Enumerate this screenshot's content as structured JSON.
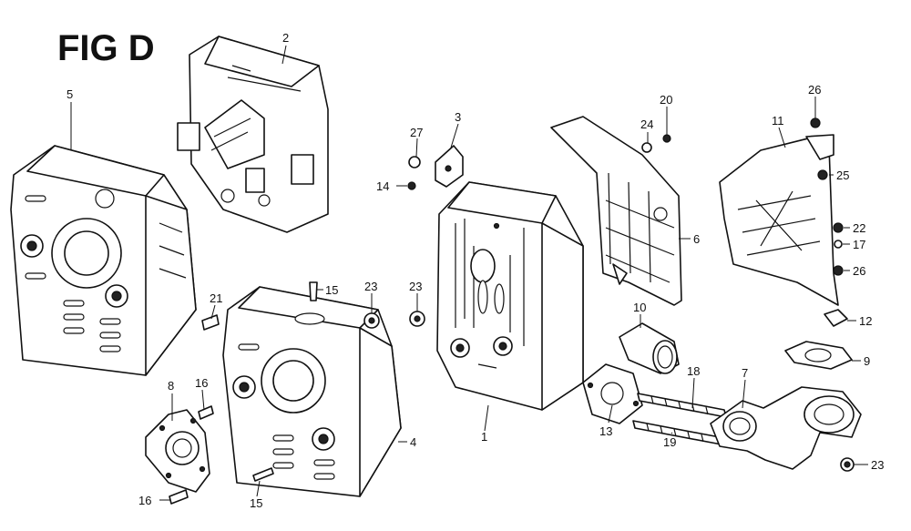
{
  "figure": {
    "title": "FIG D"
  },
  "callouts": [
    {
      "id": "c2",
      "text": "2"
    },
    {
      "id": "c5",
      "text": "5"
    },
    {
      "id": "c3",
      "text": "3"
    },
    {
      "id": "c27",
      "text": "27"
    },
    {
      "id": "c14",
      "text": "14"
    },
    {
      "id": "c20",
      "text": "20"
    },
    {
      "id": "c24",
      "text": "24"
    },
    {
      "id": "c26a",
      "text": "26"
    },
    {
      "id": "c11",
      "text": "11"
    },
    {
      "id": "c25",
      "text": "25"
    },
    {
      "id": "c22",
      "text": "22"
    },
    {
      "id": "c17",
      "text": "17"
    },
    {
      "id": "c26b",
      "text": "26"
    },
    {
      "id": "c6",
      "text": "6"
    },
    {
      "id": "c12",
      "text": "12"
    },
    {
      "id": "c9",
      "text": "9"
    },
    {
      "id": "c10",
      "text": "10"
    },
    {
      "id": "c18",
      "text": "18"
    },
    {
      "id": "c7",
      "text": "7"
    },
    {
      "id": "c13",
      "text": "13"
    },
    {
      "id": "c19",
      "text": "19"
    },
    {
      "id": "c23a",
      "text": "23"
    },
    {
      "id": "c23b",
      "text": "23"
    },
    {
      "id": "c23c",
      "text": "23"
    },
    {
      "id": "c15a",
      "text": "15"
    },
    {
      "id": "c15b",
      "text": "15"
    },
    {
      "id": "c21",
      "text": "21"
    },
    {
      "id": "c16a",
      "text": "16"
    },
    {
      "id": "c16b",
      "text": "16"
    },
    {
      "id": "c8",
      "text": "8"
    },
    {
      "id": "c4",
      "text": "4"
    },
    {
      "id": "c1",
      "text": "1"
    }
  ]
}
